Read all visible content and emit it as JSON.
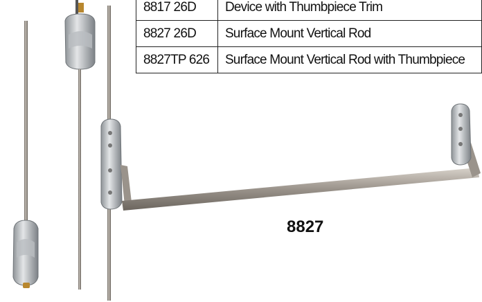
{
  "spec_table": {
    "rows": [
      {
        "model": "8817 26D",
        "description": "Device with Thumbpiece Trim"
      },
      {
        "model": "8827 26D",
        "description": "Surface Mount Vertical Rod"
      },
      {
        "model": "8827TP 626",
        "description": "Surface Mount Vertical Rod with Thumbpiece"
      }
    ]
  },
  "model_caption": "8827",
  "colors": {
    "rod_metal": "#a29b93",
    "housing_silver": "#c9ccce",
    "brass_tip": "#b8872e",
    "table_border": "#222222"
  },
  "icons": [
    "vertical-rod-image",
    "top-latch-image",
    "bottom-latch-image",
    "push-bar-image"
  ]
}
